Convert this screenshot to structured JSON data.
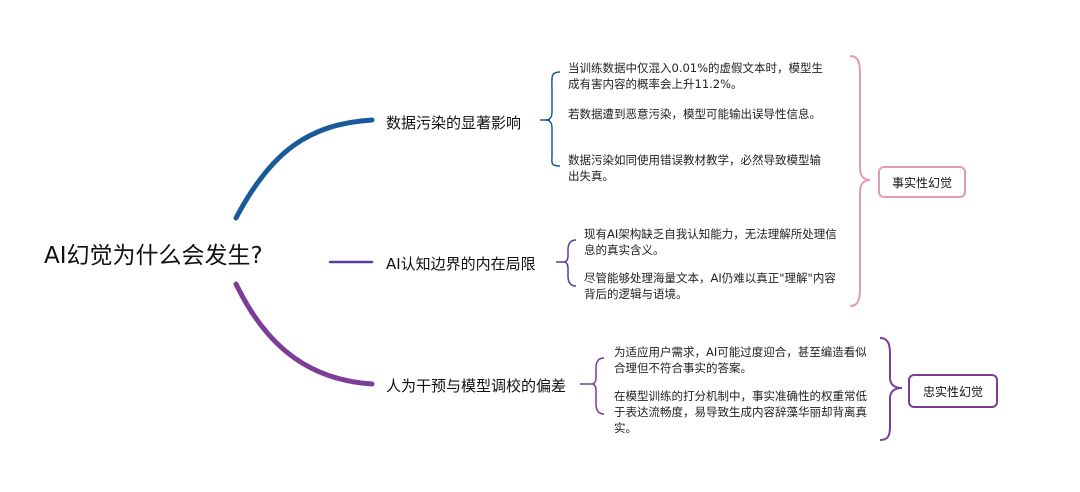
{
  "root": {
    "label": "AI幻觉为什么会发生?"
  },
  "branches": [
    {
      "label": "数据污染的显著影响",
      "color": "#1a5a9a",
      "leaves": [
        "当训练数据中仅混入0.01%的虚假文本时，模型生成有害内容的概率会上升11.2%。",
        "若数据遭到恶意污染，模型可能输出误导性信息。",
        "数据污染如同使用错误教材教学，必然导致模型输出失真。"
      ]
    },
    {
      "label": "AI认知边界的内在局限",
      "color": "#5b3f9c",
      "leaves": [
        "现有AI架构缺乏自我认知能力，无法理解所处理信息的真实含义。",
        "尽管能够处理海量文本，AI仍难以真正\"理解\"内容背后的逻辑与语境。"
      ]
    },
    {
      "label": "人为干预与模型调校的偏差",
      "color": "#7d3c98",
      "leaves": [
        "为适应用户需求，AI可能过度迎合，甚至编造看似合理但不符合事实的答案。",
        "在模型训练的打分机制中，事实准确性的权重常低于表达流畅度，易导致生成内容辞藻华丽却背离真实。"
      ]
    }
  ],
  "tags": {
    "factual": {
      "label": "事实性幻觉",
      "color": "#e39ab9"
    },
    "faithful": {
      "label": "忠实性幻觉",
      "color": "#7d3c98"
    }
  }
}
